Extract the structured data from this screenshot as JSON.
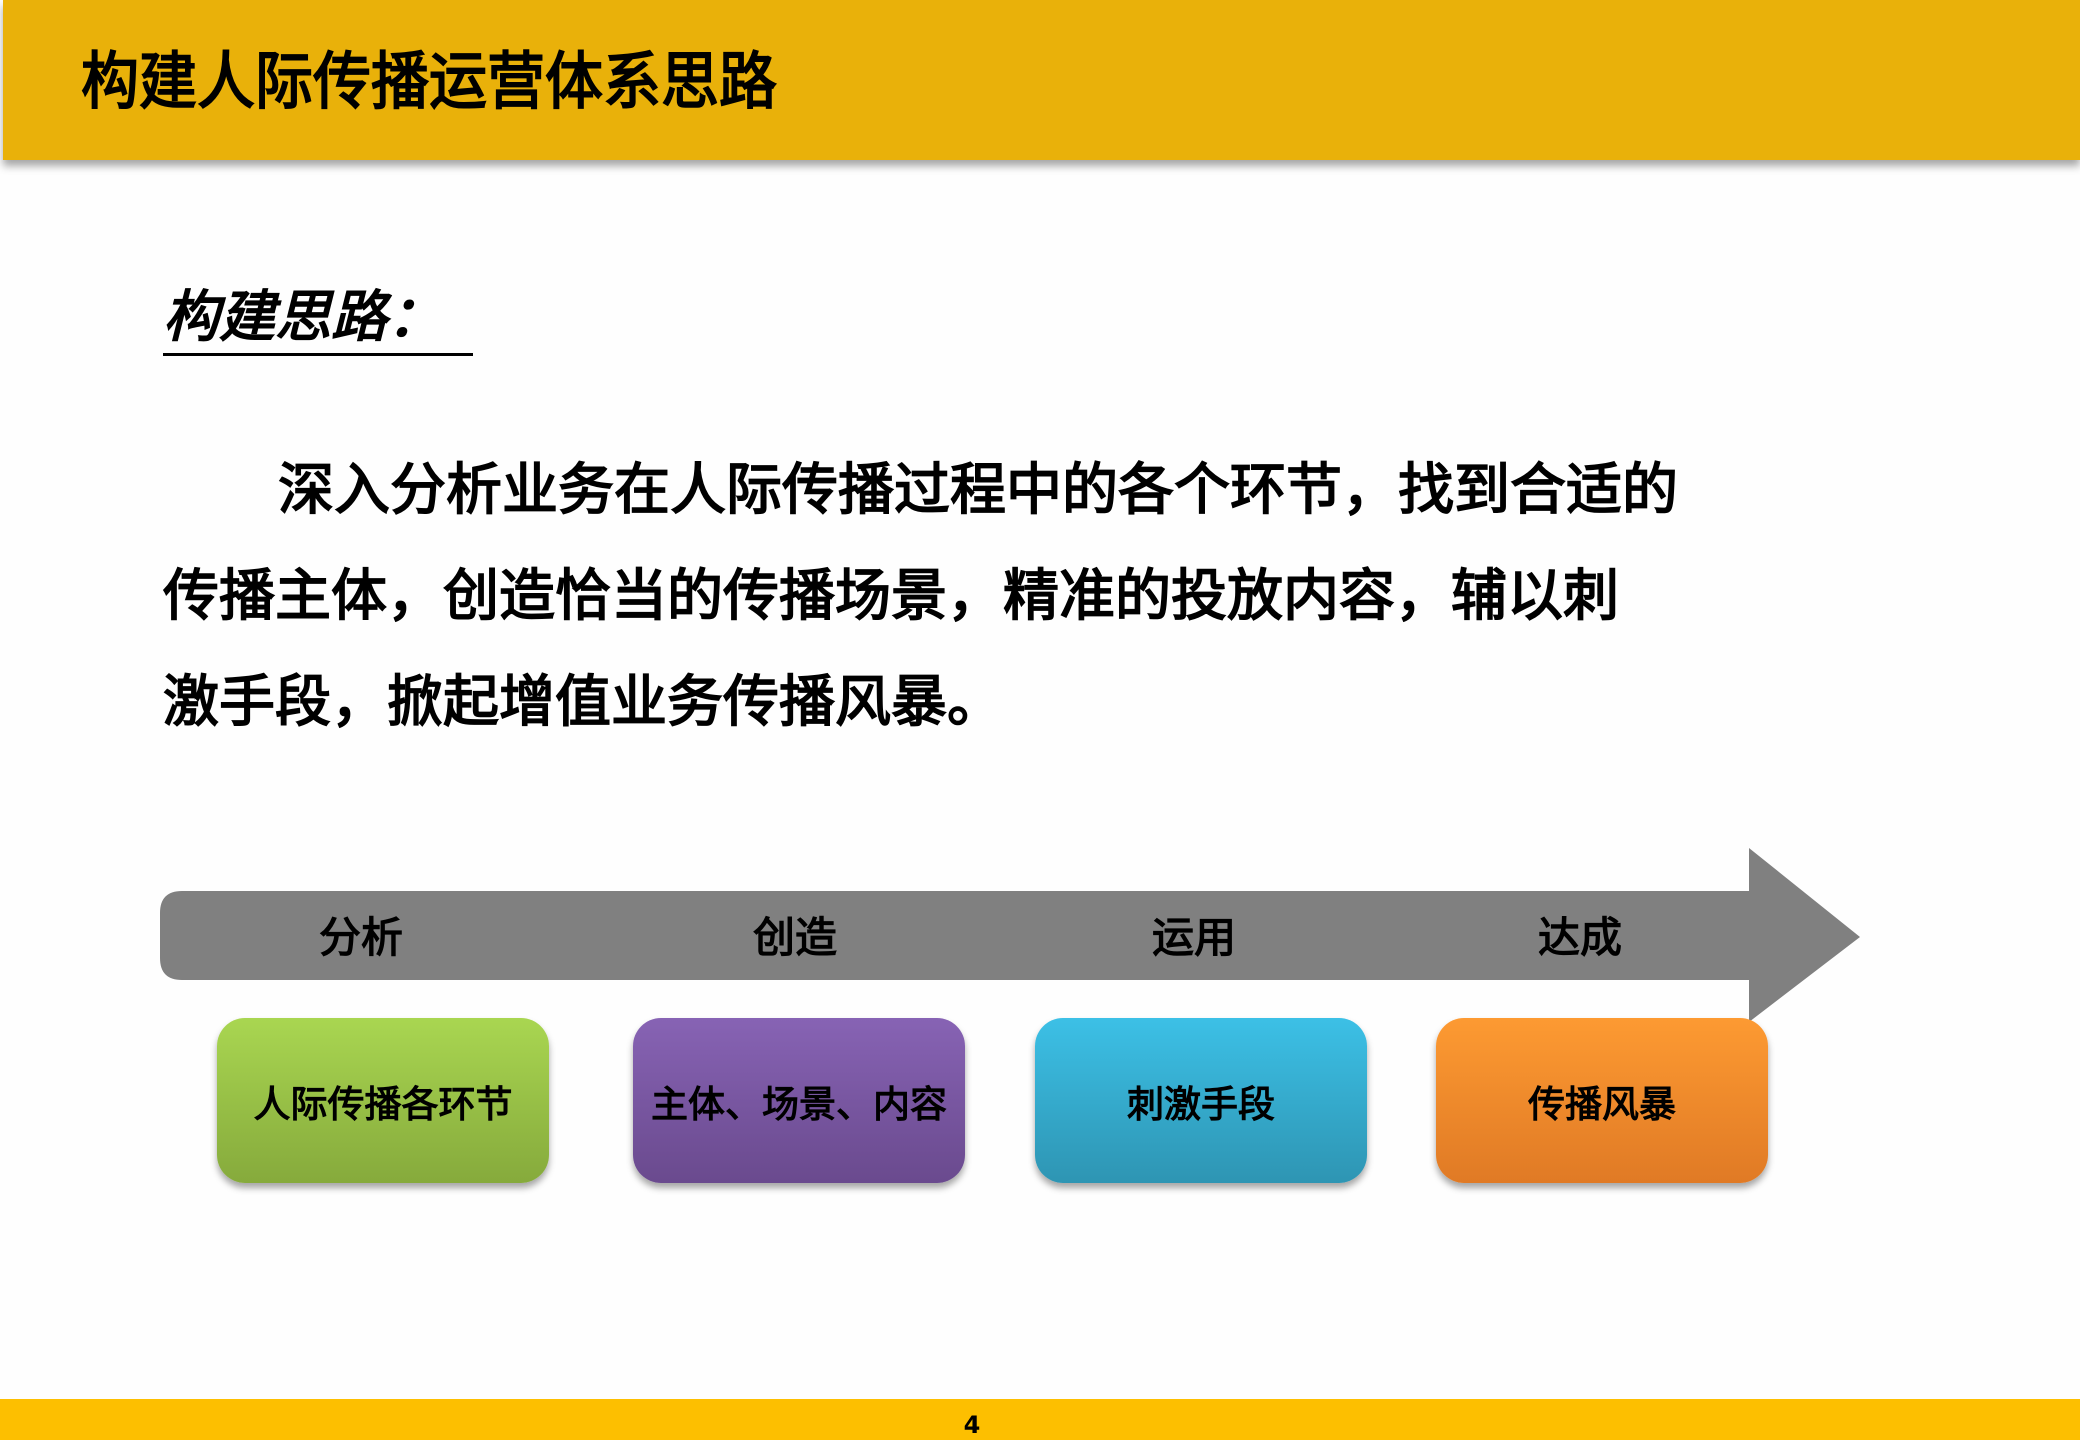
{
  "header": {
    "title": "构建人际传播运营体系思路"
  },
  "section": {
    "subheading": "构建思路："
  },
  "paragraph": {
    "lines": [
      "深入分析业务在人际传播过程中的各个环节，找到合适的",
      "传播主体，创造恰当的传播场景，精准的投放内容，辅以刺",
      "激手段，掀起增值业务传播风暴。"
    ]
  },
  "process": {
    "arrow_color": "#808080",
    "stages": [
      {
        "label": "分析",
        "box_text": "人际传播各环节",
        "color_top": "#a9d651",
        "color_bottom": "#86aa3c"
      },
      {
        "label": "创造",
        "box_text": "主体、场景、内容",
        "color_top": "#8763b4",
        "color_bottom": "#6a4a8e"
      },
      {
        "label": "运用",
        "box_text": "刺激手段",
        "color_top": "#3cc0e6",
        "color_bottom": "#2e95b3"
      },
      {
        "label": "达成",
        "box_text": "传播风暴",
        "color_top": "#fd9a32",
        "color_bottom": "#e07a25"
      }
    ]
  },
  "footer": {
    "page_number": "4"
  },
  "colors": {
    "title_bar": "#e9b10a",
    "footer_bar": "#fdbf00",
    "background": "#fefefe"
  }
}
